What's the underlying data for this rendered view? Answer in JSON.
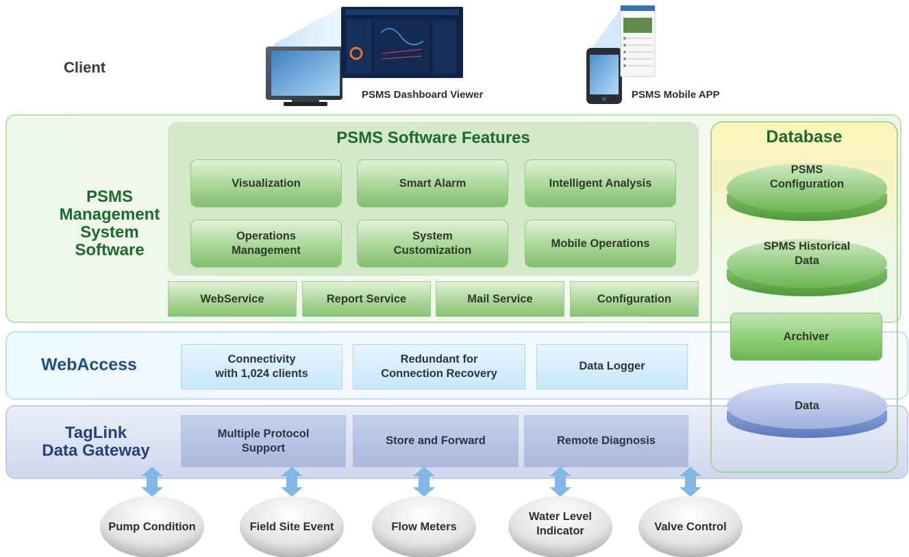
{
  "client": {
    "label": "Client",
    "dashboard_caption": "PSMS Dashboard Viewer",
    "mobile_caption": "PSMS Mobile APP"
  },
  "management": {
    "label_lines": [
      "PSMS",
      "Management",
      "System",
      "Software"
    ],
    "features_title": "PSMS Software Features",
    "features": [
      [
        "Visualization"
      ],
      [
        "Smart Alarm"
      ],
      [
        "Intelligent Analysis"
      ],
      [
        "Operations",
        "Management"
      ],
      [
        "System",
        "Customization"
      ],
      [
        "Mobile Operations"
      ]
    ],
    "services": [
      "WebService",
      "Report Service",
      "Mail Service",
      "Configuration"
    ]
  },
  "webaccess": {
    "label": "WebAccess",
    "items": [
      [
        "Connectivity",
        "with 1,024 clients"
      ],
      [
        "Redundant for",
        "Connection Recovery"
      ],
      [
        "Data Logger"
      ]
    ]
  },
  "taglink": {
    "label_lines": [
      "TagLink",
      "Data Gateway"
    ],
    "items": [
      [
        "Multiple Protocol",
        "Support"
      ],
      [
        "Store and Forward"
      ],
      [
        "Remote Diagnosis"
      ]
    ]
  },
  "database": {
    "title": "Database",
    "config": [
      "PSMS",
      "Configuration"
    ],
    "historical": [
      "SPMS Historical",
      "Data"
    ],
    "archiver": "Archiver",
    "data": "Data"
  },
  "devices": [
    [
      "Pump Condition"
    ],
    [
      "Field Site Event"
    ],
    [
      "Flow Meters"
    ],
    [
      "Water Level",
      "Indicator"
    ],
    [
      "Valve Control"
    ]
  ],
  "colors": {
    "mgmt_green": "#1c6a2c",
    "webaccess_blue": "#1e4f86",
    "taglink_navy": "#27407a",
    "arrow_blue": "#7fb8e6"
  }
}
